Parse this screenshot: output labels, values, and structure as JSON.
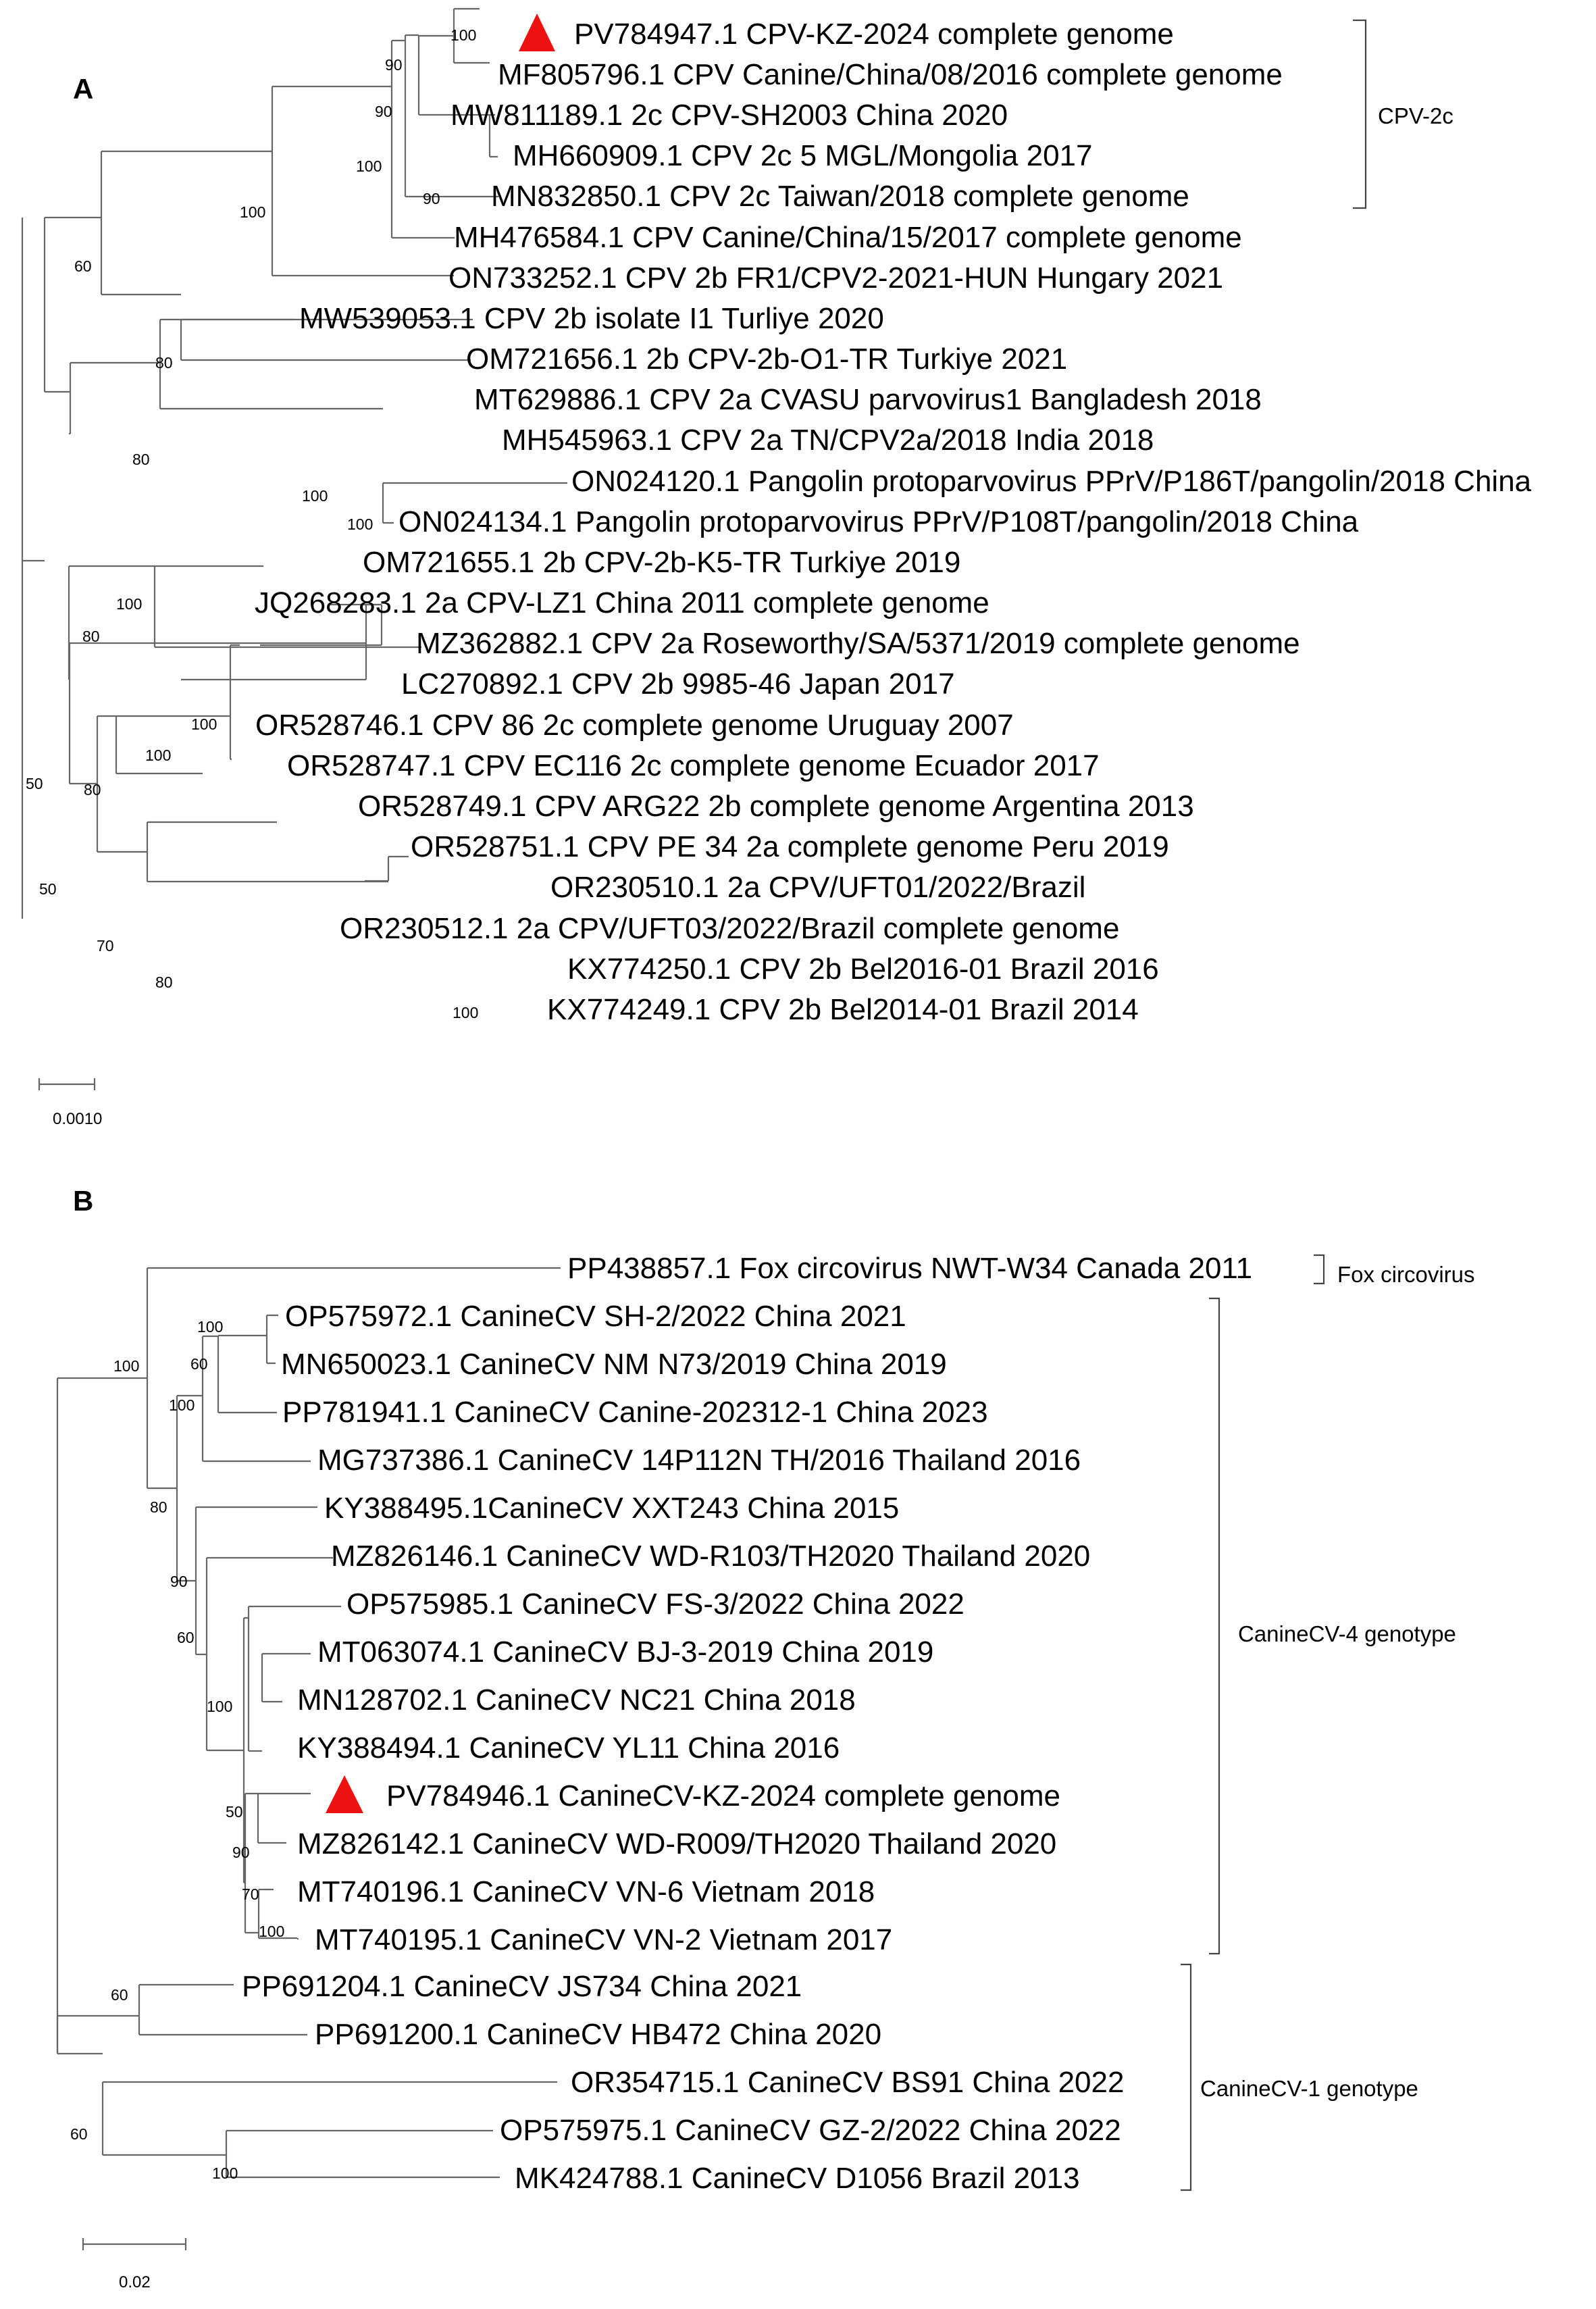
{
  "panels": [
    {
      "id": "A",
      "label": "A",
      "scale_bar": "0.0010",
      "taxa": [
        {
          "text": "PV784947.1 CPV-KZ-2024 complete genome",
          "marker": true
        },
        {
          "text": "MF805796.1 CPV Canine/China/08/2016 complete genome"
        },
        {
          "text": "MW811189.1 2c CPV-SH2003 China 2020"
        },
        {
          "text": "MH660909.1 CPV 2c 5 MGL/Mongolia 2017"
        },
        {
          "text": "MN832850.1 CPV 2c Taiwan/2018 complete genome"
        },
        {
          "text": "MH476584.1 CPV Canine/China/15/2017 complete genome"
        },
        {
          "text": "ON733252.1 CPV 2b FR1/CPV2-2021-HUN Hungary 2021"
        },
        {
          "text": "MW539053.1 CPV 2b isolate I1 Turliye 2020"
        },
        {
          "text": "OM721656.1 2b CPV-2b-O1-TR Turkiye 2021"
        },
        {
          "text": "MT629886.1 CPV 2a CVASU parvovirus1 Bangladesh 2018"
        },
        {
          "text": "MH545963.1 CPV 2a TN/CPV2a/2018 India 2018"
        },
        {
          "text": "ON024120.1 Pangolin protoparvovirus PPrV/P186T/pangolin/2018 China"
        },
        {
          "text": "ON024134.1 Pangolin protoparvovirus PPrV/P108T/pangolin/2018 China"
        },
        {
          "text": "OM721655.1 2b CPV-2b-K5-TR Turkiye 2019"
        },
        {
          "text": "JQ268283.1 2a CPV-LZ1 China 2011 complete genome"
        },
        {
          "text": "MZ362882.1 CPV 2a Roseworthy/SA/5371/2019 complete genome"
        },
        {
          "text": "LC270892.1 CPV 2b 9985-46 Japan 2017"
        },
        {
          "text": "OR528746.1 CPV 86 2c complete genome Uruguay 2007"
        },
        {
          "text": "OR528747.1 CPV EC116 2c complete genome Ecuador 2017"
        },
        {
          "text": "OR528749.1 CPV ARG22 2b complete genome Argentina 2013"
        },
        {
          "text": "OR528751.1 CPV PE 34 2a complete genome Peru 2019"
        },
        {
          "text": "OR230510.1 2a CPV/UFT01/2022/Brazil"
        },
        {
          "text": "OR230512.1 2a CPV/UFT03/2022/Brazil complete genome"
        },
        {
          "text": "KX774250.1 CPV 2b Bel2016-01 Brazil 2016"
        },
        {
          "text": "KX774249.1 CPV 2b Bel2014-01 Brazil 2014"
        }
      ],
      "bootstrap_values": [
        "100",
        "90",
        "90",
        "100",
        "90",
        "100",
        "60",
        "80",
        "80",
        "100",
        "100",
        "100",
        "80",
        "50",
        "100",
        "100",
        "80",
        "50",
        "70",
        "80",
        "100"
      ],
      "clades": [
        {
          "label": "CPV-2c"
        }
      ]
    },
    {
      "id": "B",
      "label": "B",
      "scale_bar": "0.02",
      "taxa": [
        {
          "text": "PP438857.1 Fox circovirus NWT-W34 Canada 2011"
        },
        {
          "text": "OP575972.1 CanineCV SH-2/2022 China 2021"
        },
        {
          "text": "MN650023.1 CanineCV NM N73/2019 China 2019"
        },
        {
          "text": "PP781941.1 CanineCV Canine-202312-1 China 2023"
        },
        {
          "text": "MG737386.1 CanineCV 14P112N TH/2016 Thailand 2016"
        },
        {
          "text": "KY388495.1CanineCV XXT243 China 2015"
        },
        {
          "text": "MZ826146.1 CanineCV WD-R103/TH2020 Thailand 2020"
        },
        {
          "text": "OP575985.1 CanineCV FS-3/2022 China 2022"
        },
        {
          "text": "MT063074.1 CanineCV BJ-3-2019 China 2019"
        },
        {
          "text": "MN128702.1 CanineCV NC21 China 2018"
        },
        {
          "text": "KY388494.1 CanineCV YL11 China 2016"
        },
        {
          "text": "PV784946.1 CanineCV-KZ-2024 complete genome",
          "marker": true
        },
        {
          "text": "MZ826142.1 CanineCV WD-R009/TH2020 Thailand 2020"
        },
        {
          "text": "MT740196.1 CanineCV VN-6 Vietnam 2018"
        },
        {
          "text": "MT740195.1 CanineCV VN-2 Vietnam 2017"
        },
        {
          "text": "PP691204.1 CanineCV JS734 China 2021"
        },
        {
          "text": "PP691200.1 CanineCV HB472 China 2020"
        },
        {
          "text": "OR354715.1 CanineCV BS91 China 2022"
        },
        {
          "text": "OP575975.1 CanineCV GZ-2/2022 China 2022"
        },
        {
          "text": "MK424788.1 CanineCV D1056 Brazil 2013"
        }
      ],
      "bootstrap_values": [
        "100",
        "100",
        "60",
        "100",
        "80",
        "90",
        "60",
        "100",
        "50",
        "90",
        "70",
        "100",
        "60",
        "60",
        "100"
      ],
      "clades": [
        {
          "label": "Fox circovirus"
        },
        {
          "label": "CanineCV-4 genotype"
        },
        {
          "label": "CanineCV-1 genotype"
        }
      ]
    }
  ]
}
